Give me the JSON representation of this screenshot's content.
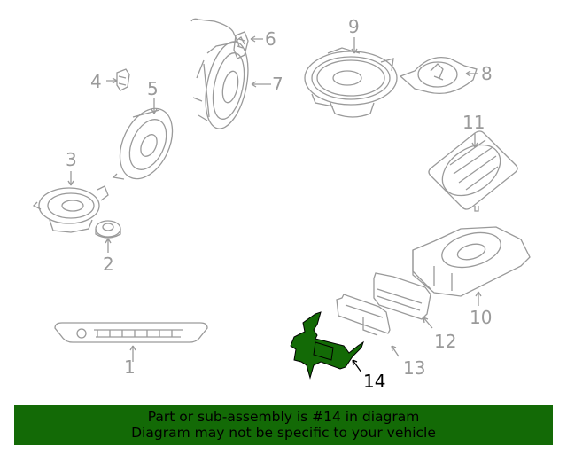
{
  "diagram": {
    "title": "Audio system parts diagram",
    "highlight_color": "#136a06",
    "line_color": "#9a9a9a",
    "callouts": [
      {
        "id": "1",
        "label": "1",
        "part": "center-speaker-grille"
      },
      {
        "id": "2",
        "label": "2",
        "part": "tweeter"
      },
      {
        "id": "3",
        "label": "3",
        "part": "midrange-speaker"
      },
      {
        "id": "4",
        "label": "4",
        "part": "small-tweeter"
      },
      {
        "id": "5",
        "label": "5",
        "part": "door-speaker"
      },
      {
        "id": "6",
        "label": "6",
        "part": "tweeter-with-wire"
      },
      {
        "id": "7",
        "label": "7",
        "part": "woofer"
      },
      {
        "id": "8",
        "label": "8",
        "part": "tweeter-speaker"
      },
      {
        "id": "9",
        "label": "9",
        "part": "oval-speaker"
      },
      {
        "id": "10",
        "label": "10",
        "part": "subwoofer-housing"
      },
      {
        "id": "11",
        "label": "11",
        "part": "subwoofer-grille"
      },
      {
        "id": "12",
        "label": "12",
        "part": "cover"
      },
      {
        "id": "13",
        "label": "13",
        "part": "bracket"
      },
      {
        "id": "14",
        "label": "14",
        "part": "amplifier-bracket",
        "highlighted": true
      }
    ]
  },
  "banner": {
    "line1": "Part or sub-assembly is #14 in diagram",
    "line2": "Diagram may not be specific to your vehicle",
    "background": "#136a06"
  }
}
